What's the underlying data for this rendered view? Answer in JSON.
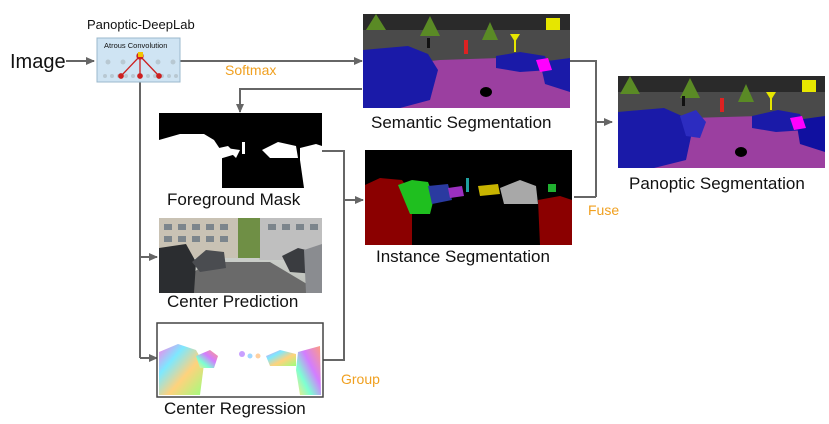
{
  "labels": {
    "input": "Image",
    "model": "Panoptic-DeepLab",
    "model_inner": "Atrous Convolution",
    "softmax": "Softmax",
    "semantic": "Semantic Segmentation",
    "foreground": "Foreground Mask",
    "instance": "Instance Segmentation",
    "center_pred": "Center Prediction",
    "center_reg": "Center Regression",
    "panoptic": "Panoptic Segmentation",
    "fuse": "Fuse",
    "group": "Group"
  },
  "colors": {
    "arrow": "#666666",
    "accent": "#f0a020",
    "road": "#9b3fa0",
    "car": "#1a1aa8",
    "building": "#4a4a4a",
    "vegetation": "#5a8a25",
    "sign": "#e6e600"
  }
}
